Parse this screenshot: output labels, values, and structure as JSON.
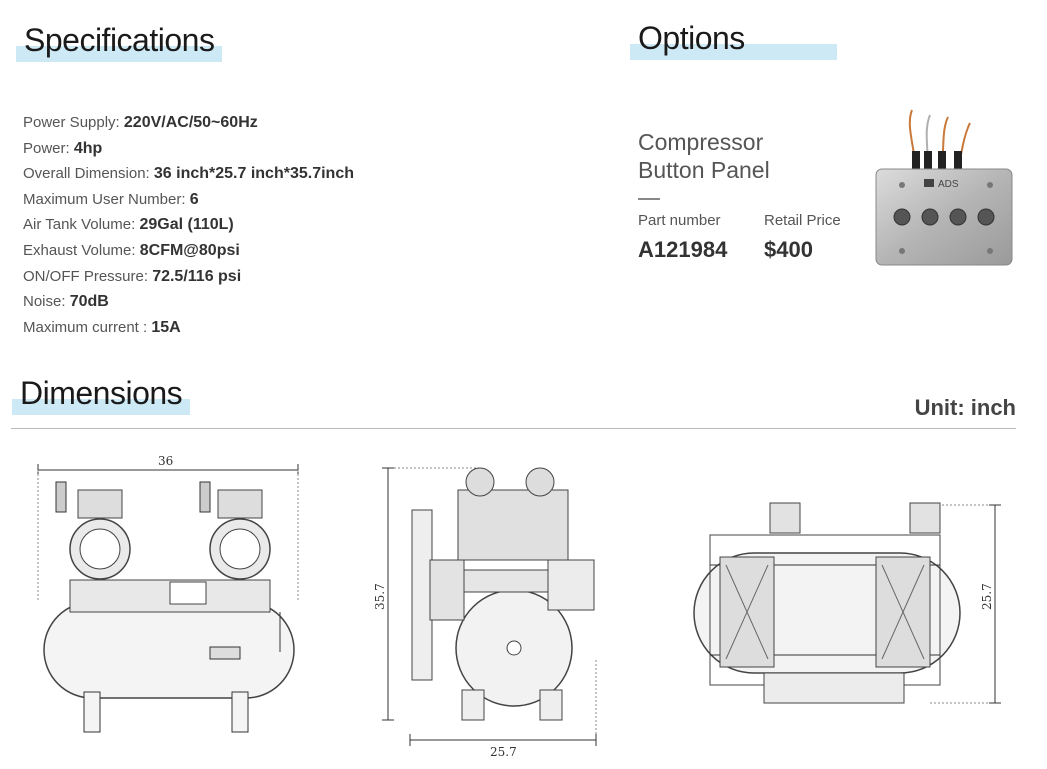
{
  "headings": {
    "specifications": "Specifications",
    "options": "Options",
    "dimensions": "Dimensions"
  },
  "specs": [
    {
      "label": "Power Supply: ",
      "value": "220V/AC/50~60Hz"
    },
    {
      "label": "Power: ",
      "value": "4hp"
    },
    {
      "label": "Overall Dimension: ",
      "value": "36 inch*25.7 inch*35.7inch"
    },
    {
      "label": "Maximum User Number: ",
      "value": "6"
    },
    {
      "label": "Air Tank Volume: ",
      "value": "29Gal (110L)"
    },
    {
      "label": "Exhaust Volume: ",
      "value": "8CFM@80psi"
    },
    {
      "label": "ON/OFF Pressure: ",
      "value": "72.5/116 psi"
    },
    {
      "label": "Noise: ",
      "value": "70dB"
    },
    {
      "label": "Maximum current : ",
      "value": "15A"
    }
  ],
  "option": {
    "title_line1": "Compressor",
    "title_line2": "Button Panel",
    "part_number_label": "Part number",
    "part_number": "A121984",
    "retail_price_label": "Retail Price",
    "retail_price": "$400",
    "panel_brand": "ADS"
  },
  "dimensions": {
    "unit": "Unit: inch",
    "front_width": "36",
    "side_height": "35.7",
    "side_depth": "25.7",
    "top_depth": "25.7"
  }
}
